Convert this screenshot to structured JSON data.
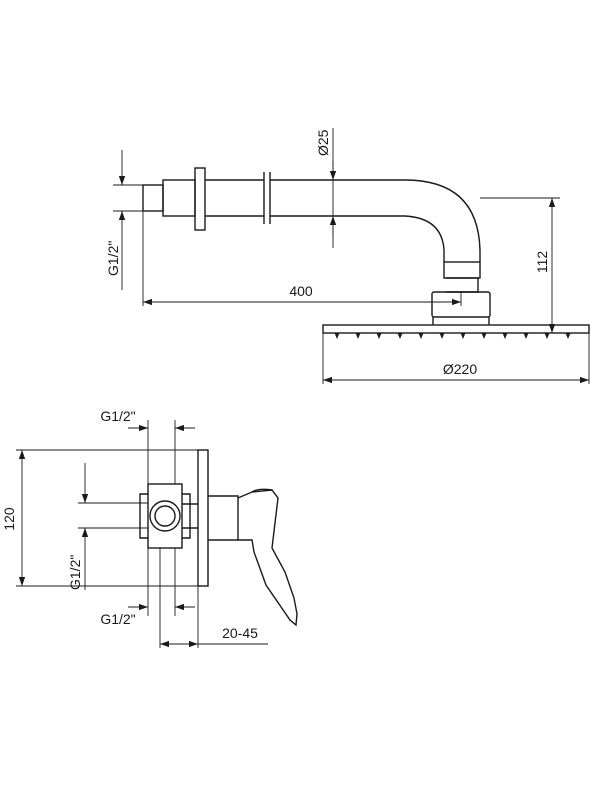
{
  "upper_view": {
    "dim_diameter_arm": "Ø25",
    "dim_thread": "G1/2\"",
    "dim_length": "400",
    "dim_height": "112",
    "dim_diameter_head": "Ø220"
  },
  "lower_view": {
    "dim_thread_top": "G1/2\"",
    "dim_height": "120",
    "dim_thread_left": "G1/2\"",
    "dim_thread_bottom": "G1/2\"",
    "dim_depth": "20-45"
  },
  "colors": {
    "line": "#1a1a1a",
    "background": "#ffffff"
  }
}
